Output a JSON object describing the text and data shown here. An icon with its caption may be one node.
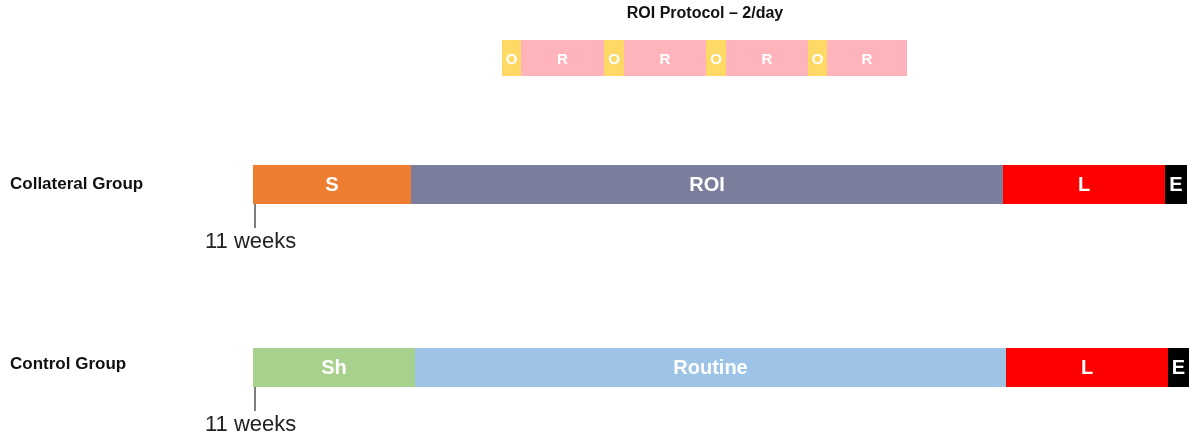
{
  "diagram": {
    "title": "ROI Protocol – 2/day",
    "nodes": [
      {
        "text": [
          "O"
        ]
      },
      {
        "text": [
          "R"
        ]
      },
      {
        "text": [
          "O"
        ]
      },
      {
        "text": [
          "R"
        ]
      },
      {
        "text": [
          "O"
        ]
      },
      {
        "text": [
          "R"
        ]
      },
      {
        "text": [
          "O"
        ]
      },
      {
        "text": [
          "R"
        ]
      },
      {
        "text": [
          "S"
        ],
        "beside": [
          "11 weeks"
        ]
      },
      {
        "text": [
          "ROI"
        ]
      },
      {
        "text": [
          "L"
        ]
      },
      {
        "text": [
          "E"
        ]
      },
      {
        "text": [
          "Sh"
        ],
        "beside": [
          "11 weeks"
        ]
      },
      {
        "text": [
          "Routine"
        ]
      },
      {
        "text": [
          "L"
        ]
      },
      {
        "text": [
          "E"
        ]
      }
    ],
    "labels": [
      "Collateral Group",
      "Control Group"
    ]
  }
}
